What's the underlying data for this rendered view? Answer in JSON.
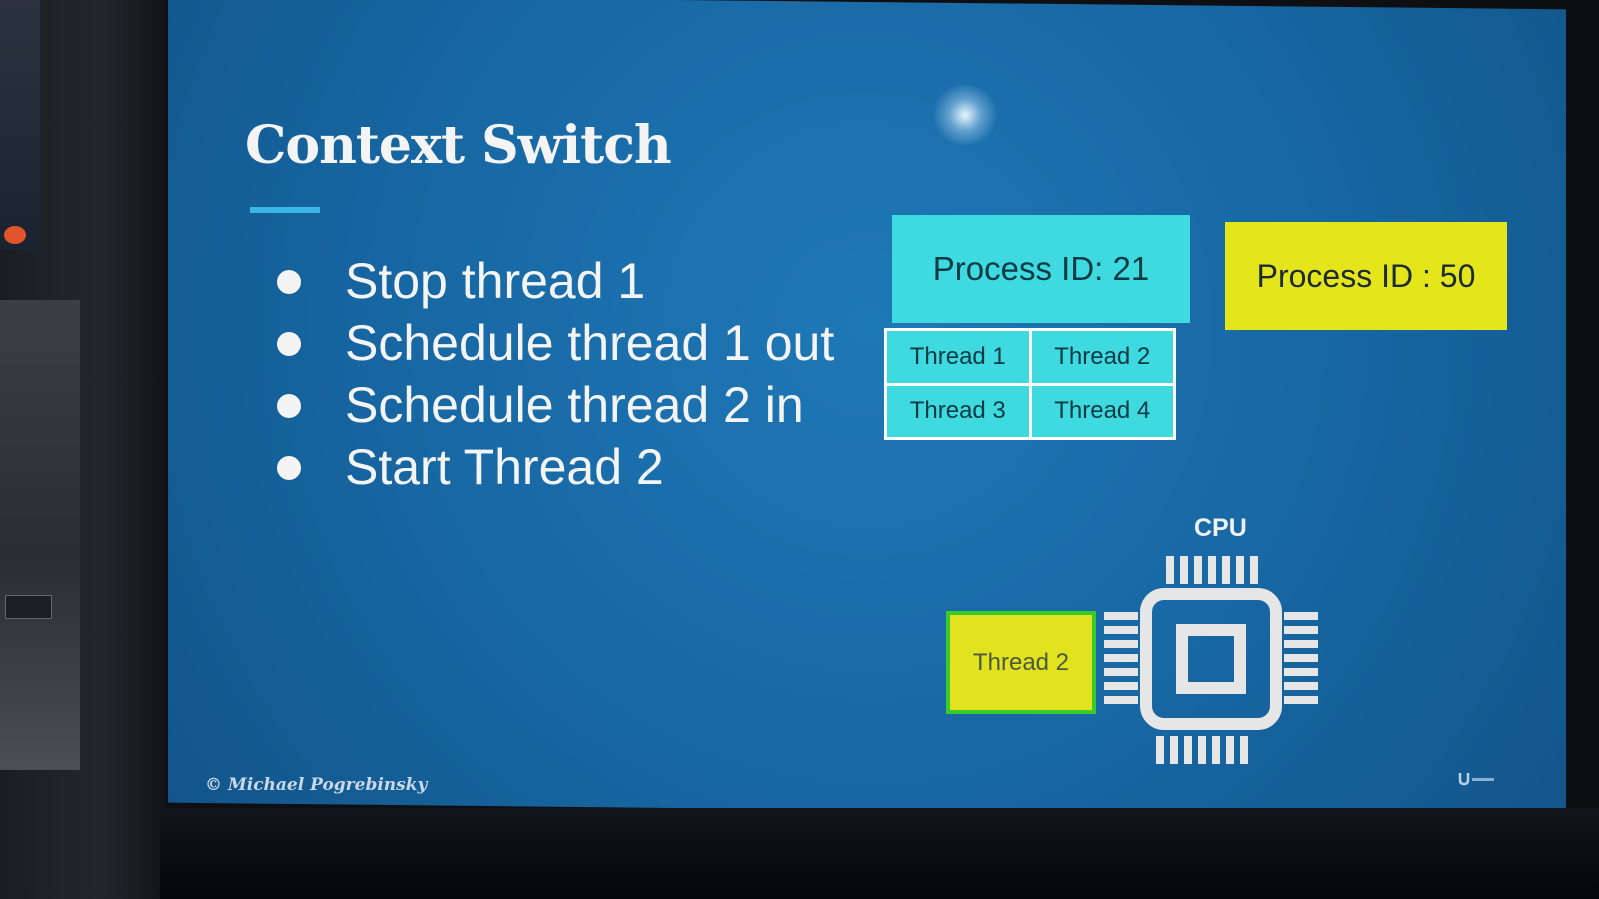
{
  "slide": {
    "title": "Context Switch",
    "bullets": [
      "Stop thread 1",
      "Schedule thread 1 out",
      "Schedule thread 2 in",
      "Start Thread 2"
    ],
    "process_a": {
      "label": "Process ID: 21",
      "color": "#3fd9e0",
      "threads": [
        "Thread 1",
        "Thread 2",
        "Thread 3",
        "Thread 4"
      ]
    },
    "process_b": {
      "label": "Process ID : 50",
      "color": "#e5e51c"
    },
    "cpu": {
      "label": "CPU",
      "running_thread": "Thread 2"
    },
    "footer": {
      "copyright": "© Michael Pogrebinsky"
    },
    "logo_icon": "udemy-logo-icon"
  },
  "colors": {
    "slide_bg": "#1767a3",
    "accent_underline": "#3ab5e6",
    "running_border": "#3acb2a"
  }
}
